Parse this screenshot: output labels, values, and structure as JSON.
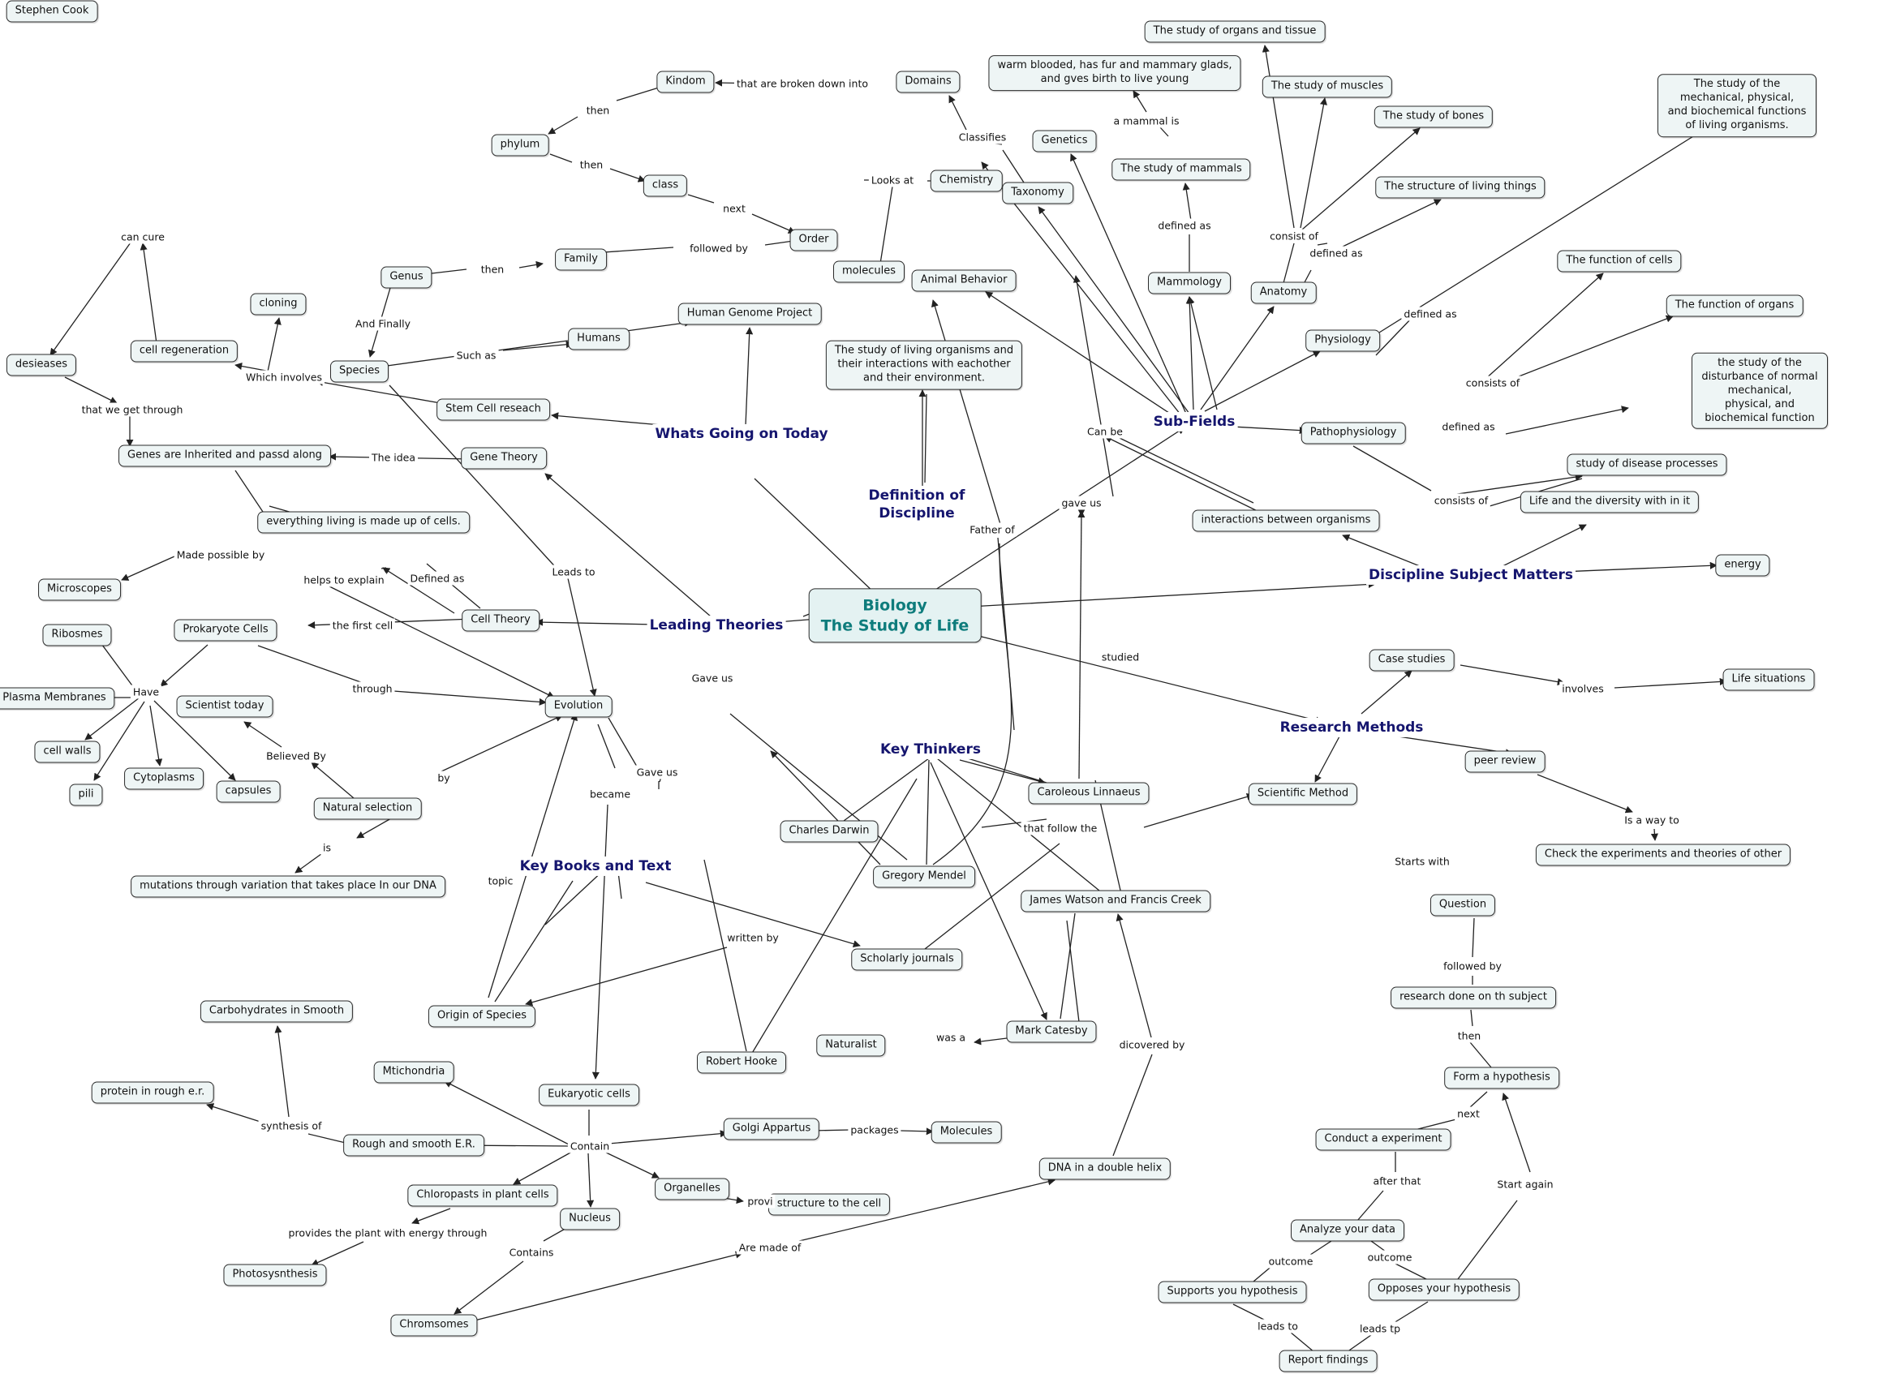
{
  "author": "Stephen Cook",
  "central": "Biology\nThe Study of Life",
  "hubs": {
    "whats_going_on_today": "Whats Going on Today",
    "definition": "Definition of\nDiscipline",
    "sub_fields": "Sub-Fields",
    "discipline_subject_matters": "Discipline Subject Matters",
    "leading_theories": "Leading Theories",
    "key_thinkers": "Key Thinkers",
    "research_methods": "Research Methods",
    "key_books": "Key Books and Text"
  },
  "nodes": {
    "organs_tissue": "The study of organs and tissue",
    "warm_blooded": "warm blooded, has fur and mammary glads,\nand gves birth to live young",
    "muscles": "The study of muscles",
    "bones": "The study of bones",
    "mechanical": "The study of the mechanical, physical,\nand biochemical functions of living organisms.",
    "structure_living": "The structure of living things",
    "domains": "Domains",
    "kindom": "Kindom",
    "genetics": "Genetics",
    "study_mammals": "The study of mammals",
    "chemistry": "Chemistry",
    "taxonomy": "Taxonomy",
    "phylum": "phylum",
    "class": "class",
    "order": "Order",
    "family": "Family",
    "genus": "Genus",
    "molecules_top": "molecules",
    "function_cells": "The function of cells",
    "function_organs": "The function of organs",
    "animal_behavior": "Animal Behavior",
    "mammology": "Mammology",
    "anatomy": "Anatomy",
    "cloning": "cloning",
    "human_genome": "Human Genome Project",
    "study_living": "The study of living organisms and\ntheir interactions with eachother\nand their environment.",
    "physiology": "Physiology",
    "desieases": "desieases",
    "cell_regeneration": "cell regeneration",
    "species": "Species",
    "humans": "Humans",
    "disturbance": "the study of the disturbance of normal mechanical,\nphysical, and biochemical function",
    "stem_cell": "Stem Cell reseach",
    "pathophysiology": "Pathophysiology",
    "genes_inherited": "Genes are Inherited and passd along",
    "gene_theory": "Gene Theory",
    "disease_processes": "study of disease processes",
    "life_diversity": "Life and the diversity with in it",
    "everything_living": "everything living is made up of cells.",
    "interactions": "interactions between organisms",
    "energy": "energy",
    "microscopes": "Microscopes",
    "cell_theory": "Cell Theory",
    "ribosmes": "Ribosmes",
    "prokaryote": "Prokaryote Cells",
    "case_studies": "Case studies",
    "life_situations": "Life situations",
    "plasma": "Plasma Membranes",
    "scientist_today": "Scientist today",
    "evolution": "Evolution",
    "cell_walls": "cell walls",
    "cytoplasms": "Cytoplasms",
    "capsules": "capsules",
    "pili": "pili",
    "natural_selection": "Natural selection",
    "peer_review": "peer review",
    "linnaeus": "Caroleous Linnaeus",
    "scientific_method": "Scientific Method",
    "darwin": "Charles Darwin",
    "mendel": "Gregory Mendel",
    "check_experiments": "Check the experiments and theories of other",
    "mutations": "mutations through variation that takes place In our DNA",
    "watson_crick": "James Watson and Francis Creek",
    "question": "Question",
    "scholarly": "Scholarly journals",
    "origin_species": "Origin of Species",
    "research_done": "research done on th subject",
    "carbohydrates": "Carbohydrates in Smooth",
    "naturalist": "Naturalist",
    "mark_catesby": "Mark Catesby",
    "robert_hooke": "Robert Hooke",
    "mtichondria": "Mtichondria",
    "form_hypothesis": "Form a hypothesis",
    "protein": "protein in rough e.r.",
    "eukaryotic": "Eukaryotic cells",
    "golgi": "Golgi Appartus",
    "molecules_bottom": "Molecules",
    "rough_smooth": "Rough and smooth E.R.",
    "conduct": "Conduct a experiment",
    "dna_helix": "DNA in a double helix",
    "organelles": "Organelles",
    "structure_cell": "structure to the cell",
    "chloroplasts": "Chloropasts in plant cells",
    "nucleus": "Nucleus",
    "analyze": "Analyze your data",
    "photosynthesis": "Photosysnthesis",
    "supports": "Supports you hypothesis",
    "opposes": "Opposes your hypothesis",
    "chromsomes": "Chromsomes",
    "report": "Report findings"
  },
  "labels": {
    "that_broken_down": "that are broken down into",
    "classifies": "Classifies",
    "a_mammal_is": "a mammal is",
    "then_1": "then",
    "then_2": "then",
    "looks_at": "Looks at",
    "next_1": "next",
    "defined_as_1": "defined as",
    "consist_of": "consist of",
    "can_cure": "can cure",
    "followed_by_1": "followed by",
    "defined_as_2": "defined as",
    "then_3": "then",
    "defined_as_3": "defined as",
    "and_finally": "And Finally",
    "such_as": "Such as",
    "which_involves": "Which involves",
    "consists_of_1": "consists of",
    "that_we_get_through": "that we get through",
    "defined_as_4": "defined as",
    "can_be": "Can be",
    "the_idea": "The idea",
    "consists_of_2": "consists of",
    "gave_us_1": "gave us",
    "father_of": "Father of",
    "made_possible_by": "Made possible by",
    "leads_to_1": "Leads to",
    "helps_to_explain": "helps to explain",
    "defined_as_5": "Defined as",
    "the_first_cell": "the first cell",
    "studied": "studied",
    "have": "Have",
    "through": "through",
    "gave_us_2": "Gave us",
    "involves": "involves",
    "believed_by": "Believed By",
    "by": "by",
    "gave_us_3": "Gave us",
    "became": "became",
    "is_a_way_to": "Is a way to",
    "that_follow_the": "that follow the",
    "is": "is",
    "starts_with": "Starts with",
    "topic": "topic",
    "written_by": "written by",
    "followed_by_2": "followed by",
    "was_a": "was a",
    "dicovered_by": "dicovered by",
    "then_4": "then",
    "next_2": "next",
    "synthesis_of": "synthesis of",
    "contain": "Contain",
    "packages": "packages",
    "after_that": "after that",
    "start_again": "Start again",
    "provides": "provi",
    "provides_plant": "provides the plant with energy through",
    "are_made_of": "Are made of",
    "contains": "Contains",
    "outcome_1": "outcome",
    "outcome_2": "outcome",
    "leads_to_2": "leads to",
    "leads_tp": "leads tp"
  },
  "colors": {
    "node_fill": "#eef5f5",
    "central_text": "#0e7c7c",
    "hub_text": "#15156e",
    "line": "#222222"
  }
}
